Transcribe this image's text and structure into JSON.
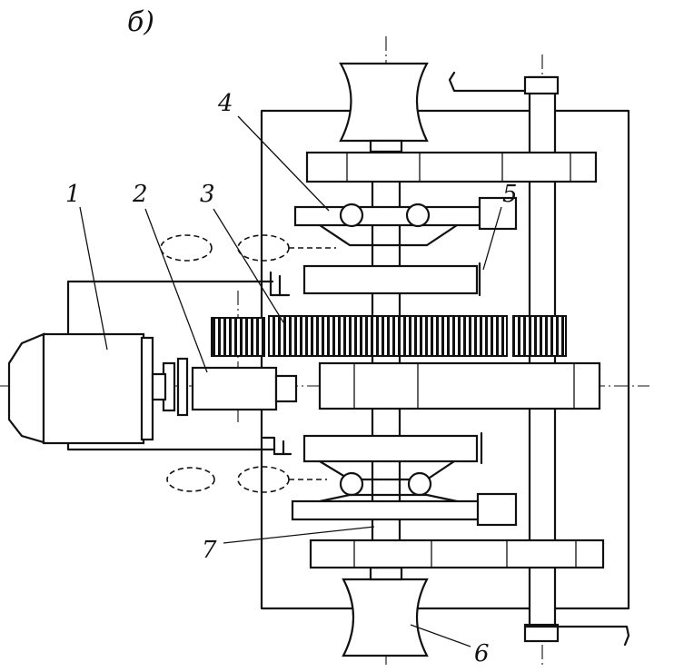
{
  "figure": {
    "caption": "б)",
    "labels": {
      "one": "1",
      "two": "2",
      "three": "3",
      "four": "4",
      "five": "5",
      "six": "6",
      "seven": "7"
    }
  }
}
